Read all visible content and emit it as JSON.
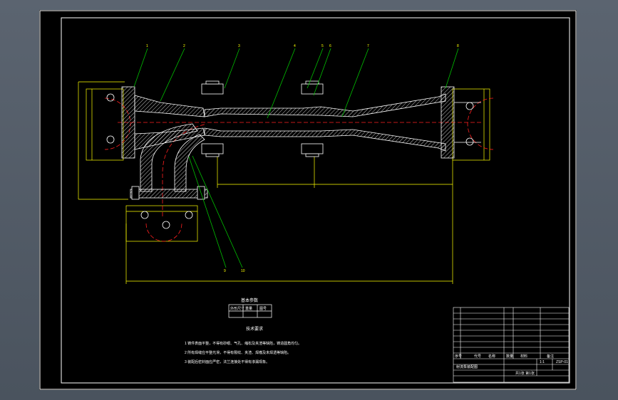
{
  "drawing": {
    "params_title": "基本参数",
    "params_headers": [
      "外形尺寸",
      "重量",
      "图号"
    ],
    "tech_title": "技术要求",
    "tech_items": [
      "1  铸件表面平整，不得有砂眼、气孔、缩松及夹渣等缺陷，铸造圆角均匀。",
      "2  所有焊缝应平整光滑，不得有裂纹、夹渣、焊瘤及未焊透等缺陷。",
      "3  装配后密封面应严密，法兰连接处不得有渗漏现象。"
    ],
    "part_balloons": [
      "1",
      "2",
      "3",
      "4",
      "5",
      "6",
      "7",
      "8"
    ],
    "lower_balloons": [
      "9",
      "10"
    ],
    "title_block": {
      "drawing_name": "射流泵装配图",
      "drawing_no": "ZSP-01",
      "scale": "1:1",
      "sheet": "共1张 第1张",
      "header": [
        "序号",
        "代号",
        "名称",
        "数量",
        "材料",
        "备注"
      ]
    }
  }
}
